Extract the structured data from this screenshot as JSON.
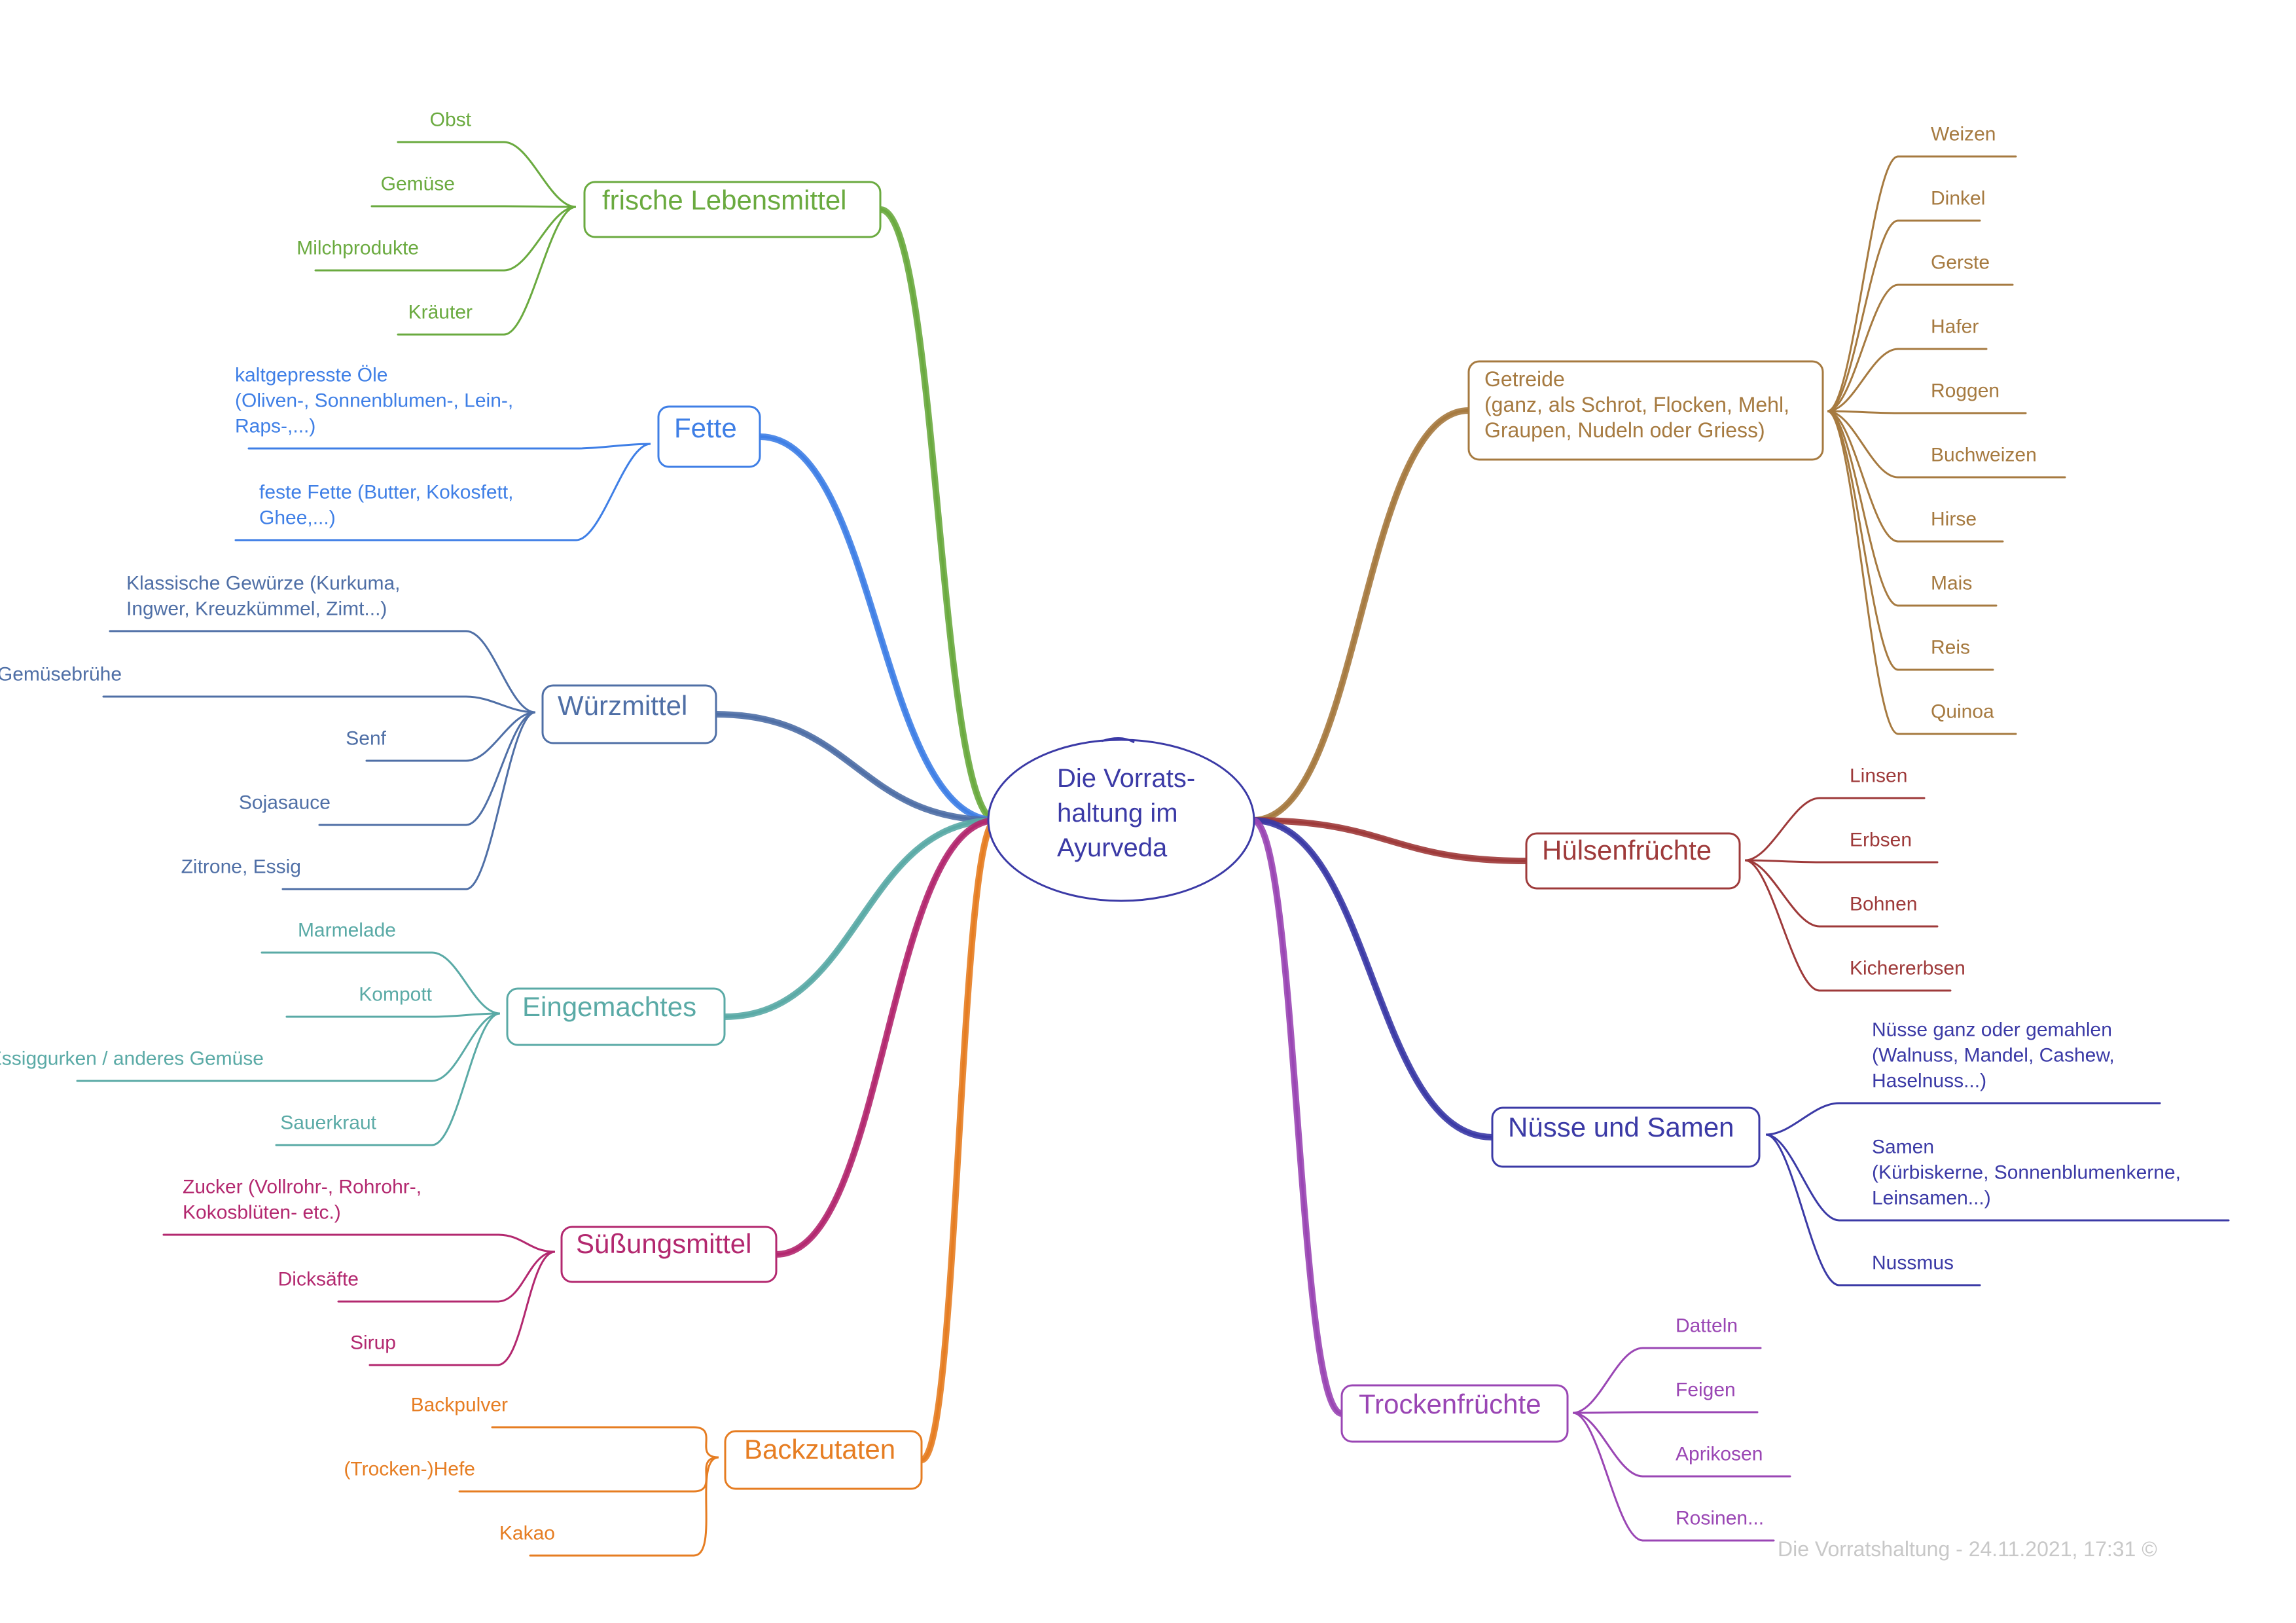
{
  "central": {
    "lines": [
      "Die Vorrats-",
      "haltung im",
      "Ayurveda"
    ],
    "color": "#3b3aa6"
  },
  "branches": [
    {
      "label": [
        "frische Lebensmittel"
      ],
      "color": "#6aaa3f",
      "leaves": [
        [
          "Obst"
        ],
        [
          "Gemüse"
        ],
        [
          "Milchprodukte"
        ],
        [
          "Kräuter"
        ]
      ]
    },
    {
      "label": [
        "Fette"
      ],
      "color": "#3f7fe6",
      "leaves": [
        [
          "kaltgepresste Öle",
          "(Oliven-, Sonnenblumen-, Lein-,",
          "Raps-,...)"
        ],
        [
          "feste Fette (Butter, Kokosfett,",
          "Ghee,...)"
        ]
      ]
    },
    {
      "label": [
        "Würzmittel"
      ],
      "color": "#4f6fa6",
      "leaves": [
        [
          "Klassische Gewürze (Kurkuma,",
          "Ingwer, Kreuzkümmel, Zimt...)"
        ],
        [
          "(selbst gemachte) Gemüsebrühe"
        ],
        [
          "Senf"
        ],
        [
          "Sojasauce"
        ],
        [
          "Zitrone, Essig"
        ]
      ]
    },
    {
      "label": [
        "Eingemachtes"
      ],
      "color": "#5aaaa6",
      "leaves": [
        [
          "Marmelade"
        ],
        [
          "Kompott"
        ],
        [
          "Essiggurken / anderes Gemüse"
        ],
        [
          "Sauerkraut"
        ]
      ]
    },
    {
      "label": [
        "Süßungsmittel"
      ],
      "color": "#b3286f",
      "leaves": [
        [
          "Zucker (Vollrohr-, Rohrohr-,",
          "Kokosblüten- etc.)"
        ],
        [
          "Dicksäfte"
        ],
        [
          "Sirup"
        ]
      ]
    },
    {
      "label": [
        "Backzutaten"
      ],
      "color": "#e67d22",
      "leaves": [
        [
          "Backpulver"
        ],
        [
          "(Trocken-)Hefe"
        ],
        [
          "Kakao"
        ]
      ]
    },
    {
      "label": [
        "Getreide",
        "(ganz, als Schrot, Flocken, Mehl,",
        "Graupen, Nudeln oder Griess)"
      ],
      "color": "#a67a40",
      "leaves": [
        [
          "Weizen"
        ],
        [
          "Dinkel"
        ],
        [
          "Gerste"
        ],
        [
          "Hafer"
        ],
        [
          "Roggen"
        ],
        [
          "Buchweizen"
        ],
        [
          "Hirse"
        ],
        [
          "Mais"
        ],
        [
          "Reis"
        ],
        [
          "Quinoa"
        ]
      ]
    },
    {
      "label": [
        "Hülsenfrüchte"
      ],
      "color": "#9e3a3a",
      "leaves": [
        [
          "Linsen"
        ],
        [
          "Erbsen"
        ],
        [
          "Bohnen"
        ],
        [
          "Kichererbsen"
        ]
      ]
    },
    {
      "label": [
        "Nüsse und Samen"
      ],
      "color": "#3b3aa6",
      "leaves": [
        [
          "Nüsse ganz oder gemahlen",
          "(Walnuss, Mandel, Cashew,",
          "Haselnuss...)"
        ],
        [
          "Samen",
          "(Kürbiskerne, Sonnenblumenkerne,",
          "Leinsamen...)"
        ],
        [
          "Nussmus"
        ]
      ]
    },
    {
      "label": [
        "Trockenfrüchte"
      ],
      "color": "#9a46b4",
      "leaves": [
        [
          "Datteln"
        ],
        [
          "Feigen"
        ],
        [
          "Aprikosen"
        ],
        [
          "Rosinen..."
        ]
      ]
    }
  ],
  "footer": "Die Vorratshaltung - 24.11.2021, 17:31 ©"
}
